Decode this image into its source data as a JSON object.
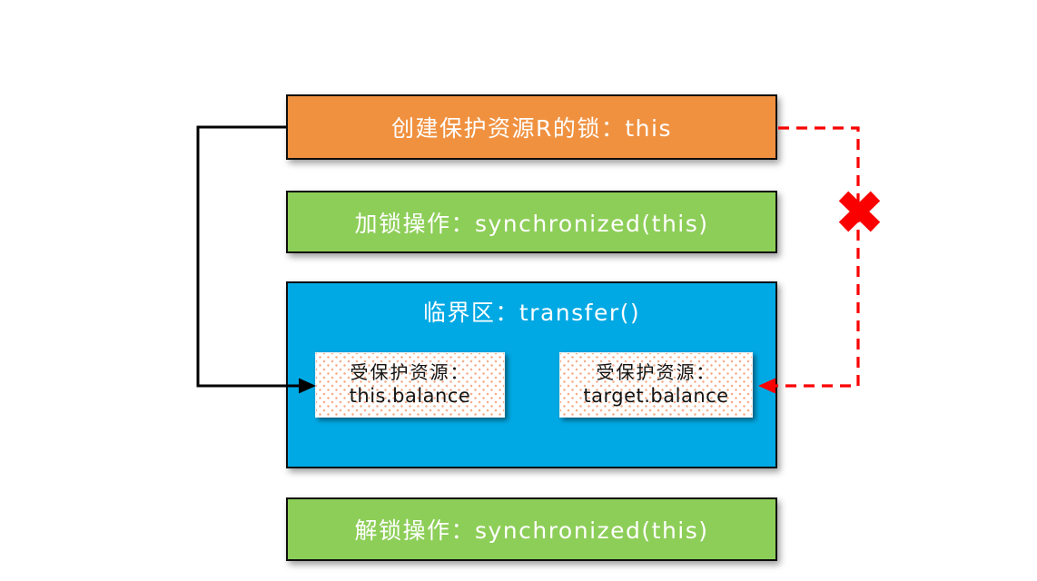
{
  "diagram": {
    "boxes": {
      "create_lock": {
        "label": "创建保护资源R的锁：this",
        "fill": "#F09140"
      },
      "lock": {
        "label": "加锁操作：synchronized(this)",
        "fill": "#8DCE58"
      },
      "critical_section": {
        "title": "临界区：transfer()",
        "fill": "#00A9E4",
        "resources": [
          {
            "line1": "受保护资源：",
            "line2": "this.balance"
          },
          {
            "line1": "受保护资源：",
            "line2": "target.balance"
          }
        ]
      },
      "unlock": {
        "label": "解锁操作：synchronized(this)",
        "fill": "#8DCE58"
      }
    },
    "connectors": {
      "direct_access": {
        "color": "#000000",
        "style": "solid"
      },
      "blocked_access": {
        "color": "#FA0000",
        "style": "dashed"
      }
    }
  }
}
